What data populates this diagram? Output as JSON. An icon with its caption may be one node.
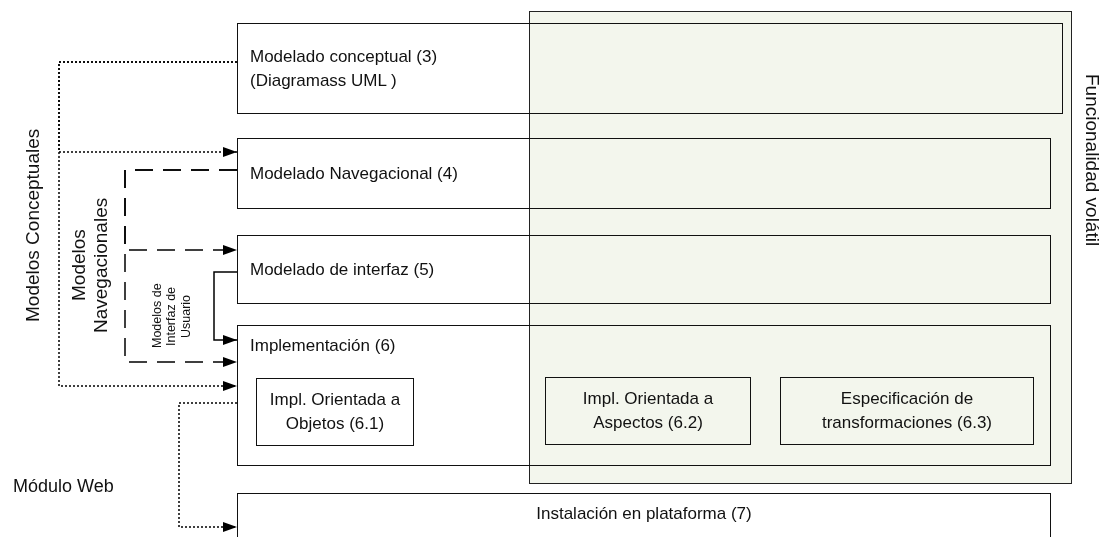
{
  "diagram": {
    "nodes": [
      {
        "text": [
          "Modelado conceptual (3) (Diagramass UML )"
        ]
      },
      {
        "text": [
          "Modelado Navegacional (4)"
        ]
      },
      {
        "text": [
          "Modelado de interfaz (5)"
        ]
      },
      {
        "text": [
          "Implementación (6)"
        ]
      },
      {
        "text": [
          "Impl. Orientada a Objetos (6.1)"
        ],
        "in": 3
      },
      {
        "text": [
          "Impl. Orientada a Aspectos (6.2)"
        ]
      },
      {
        "text": [
          "Especificación de transformaciones (6.3)"
        ]
      },
      {
        "text": [
          "Instalación en plataforma (7)"
        ]
      },
      {
        "text": [
          "Funcionalidad volátil"
        ]
      }
    ],
    "edges": [
      {
        "from": 0,
        "to": 1,
        "arrow": "to",
        "style": "dashed"
      },
      {
        "from": 0,
        "to": 3,
        "arrow": "to",
        "style": "dashed"
      },
      {
        "from": 1,
        "to": 2,
        "arrow": "to",
        "style": "dashed"
      },
      {
        "from": 1,
        "to": 3,
        "arrow": "to",
        "style": "dashed"
      },
      {
        "from": 2,
        "to": 3,
        "arrow": "to"
      },
      {
        "from": 3,
        "to": 7,
        "arrow": "to",
        "style": "dashed"
      }
    ],
    "labels": [
      "Modelos Conceptuales",
      "Modelos Navegacionales",
      "Modelos de Interfaz de Usuario",
      "Módulo Web"
    ]
  }
}
